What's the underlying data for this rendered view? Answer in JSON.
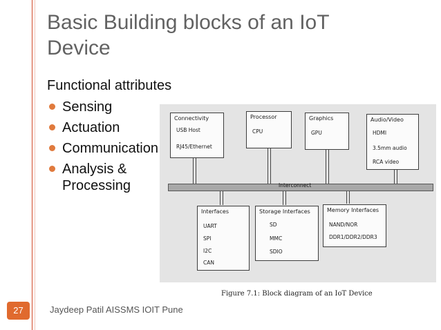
{
  "slide": {
    "title": "Basic Building blocks of an IoT Device",
    "subtitle": "Functional attributes",
    "bullets": [
      "Sensing",
      "Actuation",
      "Communication",
      "Analysis & Processing"
    ],
    "slide_number": "27",
    "footer": "Jaydeep Patil AISSMS IOIT Pune",
    "accent_color": "#e06a2e"
  },
  "diagram": {
    "interconnect_label": "Interconnect",
    "caption": "Figure 7.1: Block diagram of an IoT Device",
    "top_blocks": [
      {
        "header": "Connectivity",
        "items": [
          "USB Host",
          "RJ45/Ethernet"
        ]
      },
      {
        "header": "Processor",
        "items": [
          "CPU"
        ]
      },
      {
        "header": "Graphics",
        "items": [
          "GPU"
        ]
      },
      {
        "header": "Audio/Video",
        "items": [
          "HDMI",
          "3.5mm audio",
          "RCA video"
        ]
      }
    ],
    "bottom_blocks": [
      {
        "header": "Interfaces",
        "items": [
          "UART",
          "SPI",
          "I2C",
          "CAN"
        ]
      },
      {
        "header": "Storage Interfaces",
        "items": [
          "SD",
          "MMC",
          "SDIO"
        ]
      },
      {
        "header": "Memory Interfaces",
        "items": [
          "NAND/NOR",
          "DDR1/DDR2/DDR3"
        ]
      }
    ]
  }
}
